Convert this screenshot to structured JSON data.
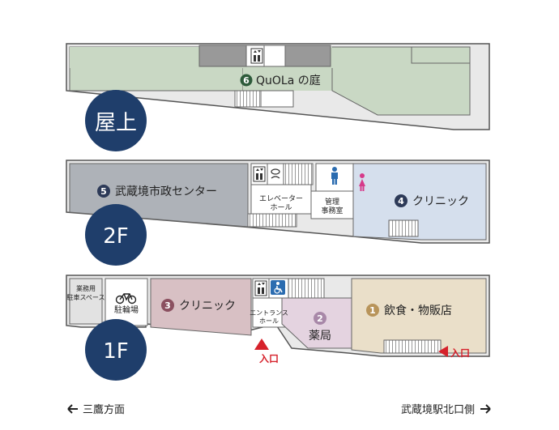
{
  "floors": {
    "rooftop": {
      "badge": "屋上",
      "garden_label": "QuOLa の庭",
      "garden_number": "6"
    },
    "second": {
      "badge": "2F",
      "civic_center_label": "武蔵境市政センター",
      "civic_center_number": "5",
      "elevator_hall_line1": "エレベーター",
      "elevator_hall_line2": "ホール",
      "admin_office_line1": "管理",
      "admin_office_line2": "事務室",
      "clinic_label": "クリニック",
      "clinic_number": "4"
    },
    "first": {
      "badge": "1F",
      "business_parking_line1": "業務用",
      "business_parking_line2": "駐車スペース",
      "bicycle_parking_label": "駐輪場",
      "clinic_label": "クリニック",
      "clinic_number": "3",
      "entrance_hall_line1": "エントランス",
      "entrance_hall_line2": "ホール",
      "pharmacy_label": "薬局",
      "pharmacy_number": "2",
      "food_retail_label": "飲食・物販店",
      "food_retail_number": "1",
      "entrance_center_label": "入口",
      "entrance_right_label": "入口"
    }
  },
  "directions": {
    "left": "三鷹方面",
    "right": "武蔵境駅北口側"
  },
  "colors": {
    "navy": "#1f3e6b",
    "rooftop_green": "#c9d8c4",
    "civic_gray": "#aeb2b8",
    "clinic_blue": "#d5dfed",
    "clinic_pink": "#d8c0c4",
    "pharmacy_pink": "#e4d3e0",
    "food_beige": "#eadfc9",
    "gold": "#b8945a"
  }
}
